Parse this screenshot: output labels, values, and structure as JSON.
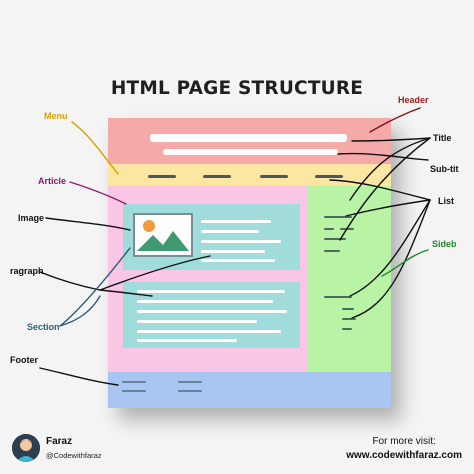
{
  "title": "HTML PAGE STRUCTURE",
  "labels": {
    "menu": "Menu",
    "header": "Header",
    "title": "Title",
    "subtitle": "Sub-tit",
    "article": "Article",
    "list": "List",
    "image": "Image",
    "sidebar": "Sideb",
    "paragraph": "ragraph",
    "section": "Section",
    "footer": "Footer"
  },
  "colors": {
    "header": "#f6a9a9",
    "menu": "#fbe7a1",
    "article": "#f9c6e6",
    "section": "#a1dcdc",
    "sidebar": "#b8f3a6",
    "footer": "#a9c6f2",
    "label_menu": "#d5a300",
    "label_header": "#a11d1d",
    "label_article": "#8a1d72",
    "label_sidebar": "#1d8a2a",
    "label_section": "#2d5d74",
    "label_dark": "#111111"
  },
  "branding": {
    "name": "Faraz",
    "handle": "@Codewithfaraz",
    "visit_label": "For more visit:",
    "url": "www.codewithfaraz.com"
  }
}
